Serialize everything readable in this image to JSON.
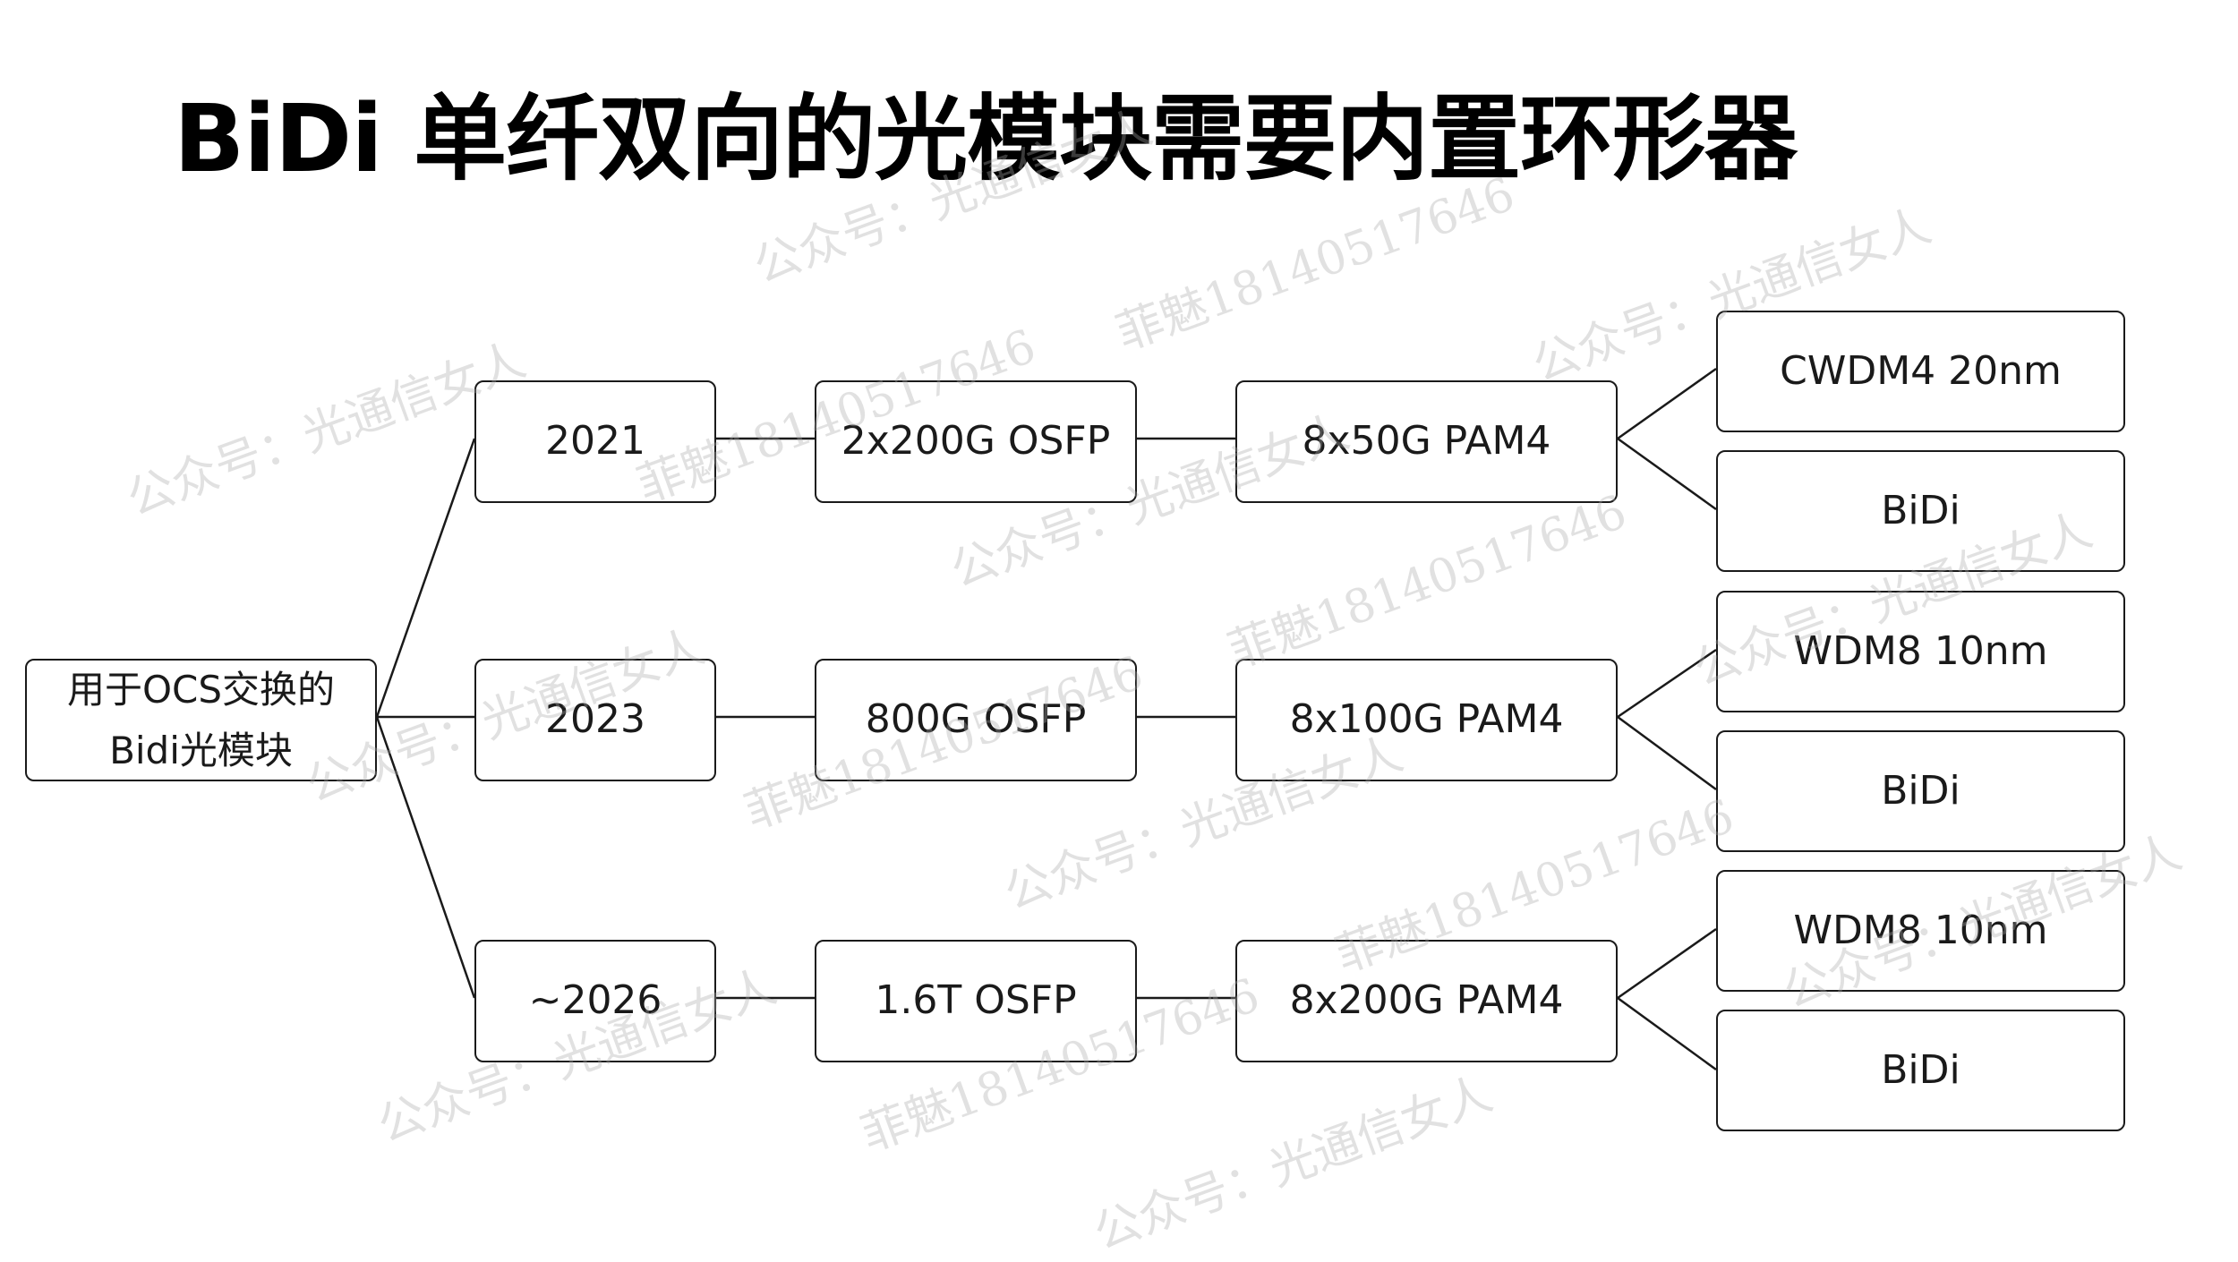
{
  "title": "BiDi 单纤双向的光模块需要内置环形器",
  "root": {
    "line1": "用于OCS交换的",
    "line2": "Bidi光模块"
  },
  "branches": [
    {
      "year": "2021",
      "module": "2x200G OSFP",
      "signal": "8x50G PAM4",
      "options": [
        "CWDM4 20nm",
        "BiDi"
      ]
    },
    {
      "year": "2023",
      "module": "800G OSFP",
      "signal": "8x100G PAM4",
      "options": [
        "WDM8 10nm",
        "BiDi"
      ]
    },
    {
      "year": "~2026",
      "module": "1.6T OSFP",
      "signal": "8x200G PAM4",
      "options": [
        "WDM8 10nm",
        "BiDi"
      ]
    }
  ],
  "watermarks": {
    "account": "公众号：光通信女人",
    "phone": "菲魅18140517646"
  }
}
